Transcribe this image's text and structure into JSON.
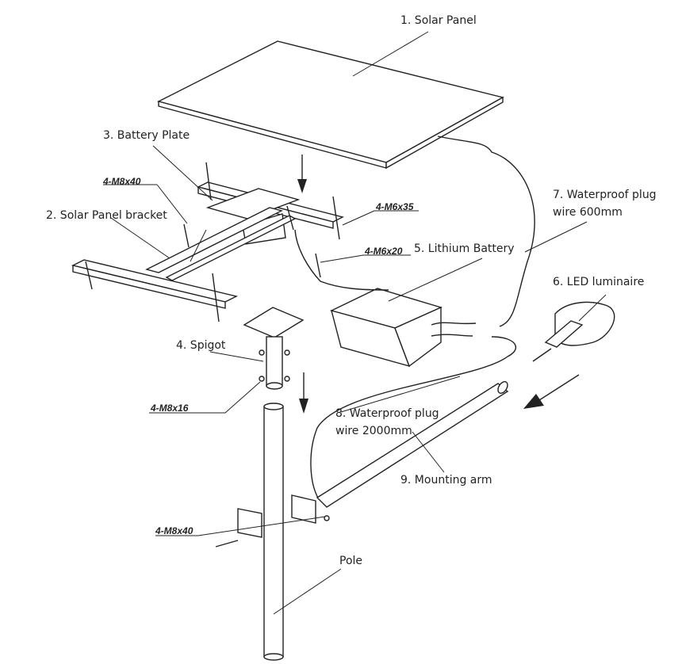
{
  "labels": {
    "solar_panel": "1. Solar Panel",
    "solar_panel_bracket": "2. Solar Panel bracket",
    "battery_plate": "3. Battery Plate",
    "spigot": "4. Spigot",
    "lithium_battery": "5. Lithium Battery",
    "led_luminaire": "6. LED luminaire",
    "waterproof_plug_600_line1": "7. Waterproof plug",
    "waterproof_plug_600_line2": "wire 600mm",
    "waterproof_plug_2000_line1": "8. Waterproof plug",
    "waterproof_plug_2000_line2": "wire 2000mm",
    "mounting_arm": "9. Mounting arm",
    "pole": "Pole"
  },
  "specs": {
    "bolt_bracket": "4-M8x40",
    "bolt_plate_top": "4-M6x35",
    "bolt_plate_bottom": "4-M6x20",
    "bolt_spigot": "4-M8x16",
    "bolt_pole": "4-M8x40"
  }
}
